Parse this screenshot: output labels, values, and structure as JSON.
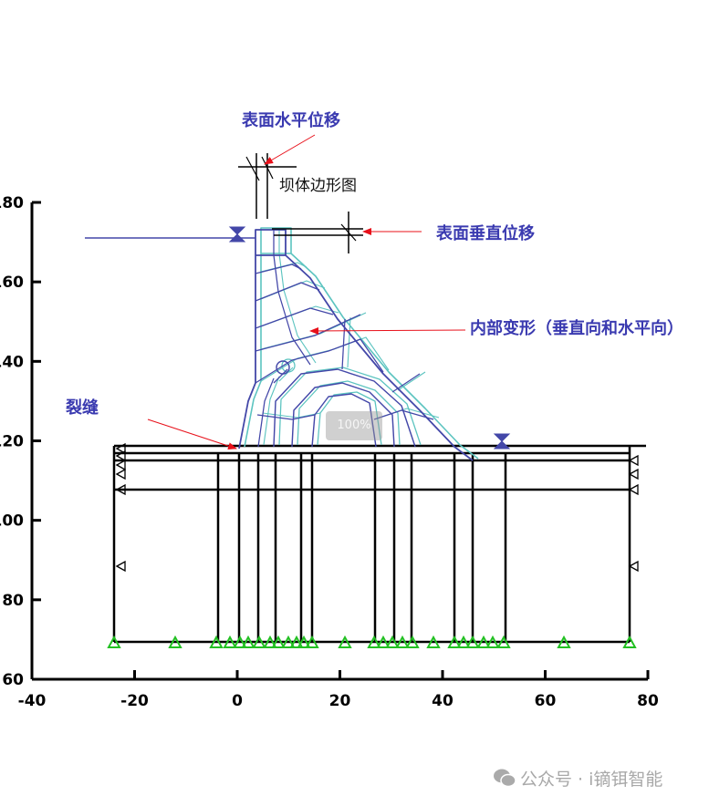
{
  "labels": {
    "surface_horizontal": "表面水平位移",
    "dam_deformation": "坝体边形图",
    "surface_vertical": "表面垂直位移",
    "internal_deformation": "内部变形（垂直向和水平向）",
    "crack": "裂缝"
  },
  "axes": {
    "x_ticks": [
      "-40",
      "-20",
      "0",
      "20",
      "40",
      "60",
      "80"
    ],
    "y_ticks": [
      "180",
      "160",
      "140",
      "120",
      "100",
      "80",
      "60"
    ]
  },
  "overlay": {
    "zoom_level": "100%"
  },
  "watermark": {
    "text": "公众号 · i镝铒智能",
    "icon": "wechat-icon"
  },
  "colors": {
    "label_blue": "#3a3ab0",
    "arrow_red": "#e8101a",
    "mesh_blue": "#4347a8",
    "mesh_teal": "#5cc4c0",
    "support_green": "#22c022"
  }
}
